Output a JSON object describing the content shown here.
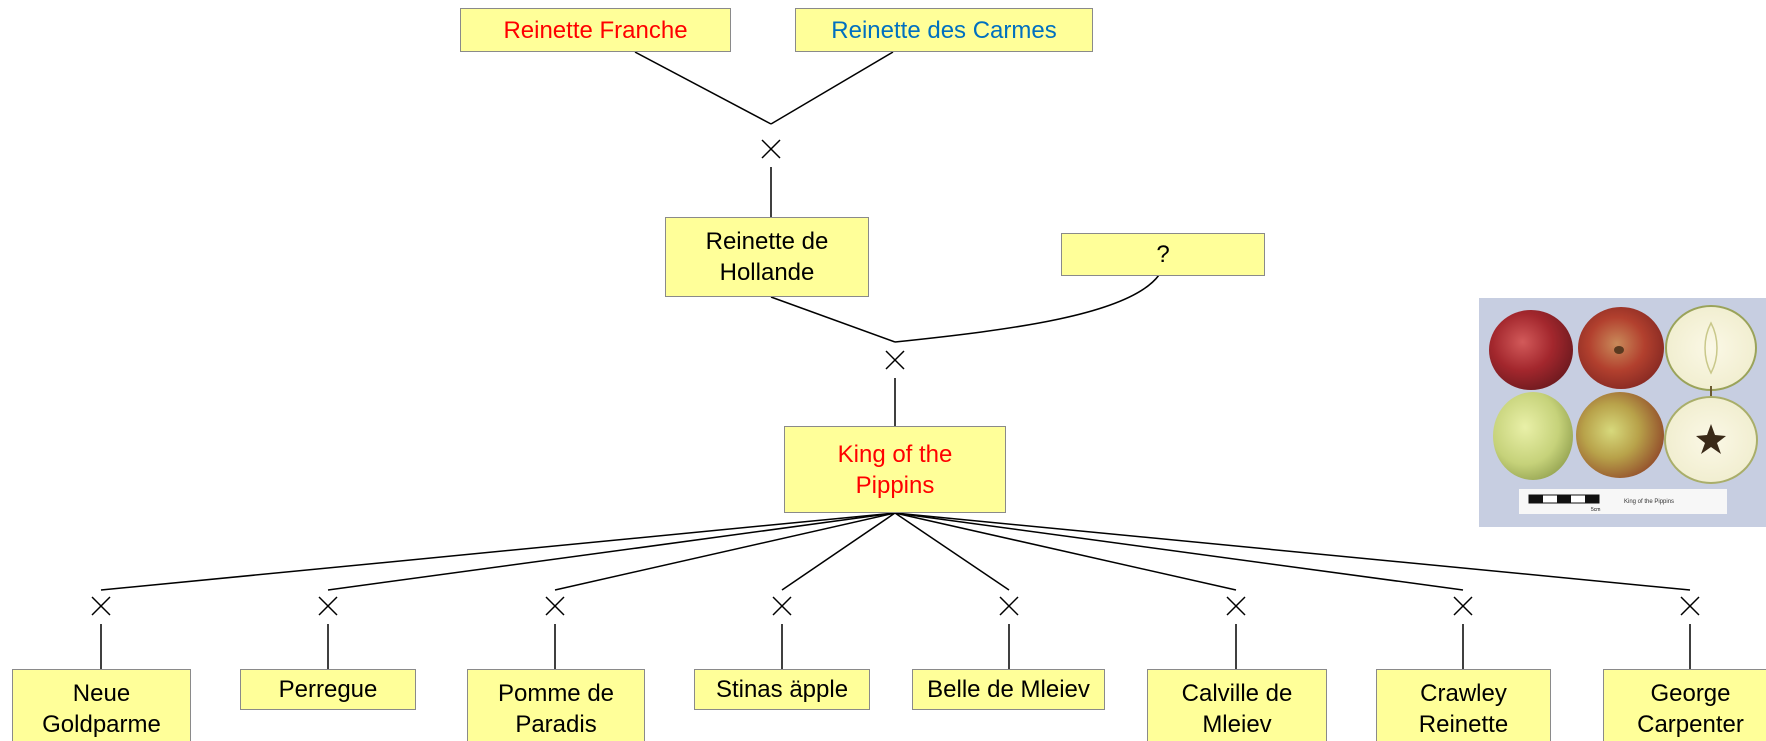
{
  "title": "",
  "parents": {
    "p1": "Reinette Franche",
    "p2": "Reinette des Carmes"
  },
  "nodes": {
    "reinette_de_hollande": "Reinette de\nHollande",
    "unknown": "?",
    "king": "King of the\nPippins"
  },
  "offspring": [
    {
      "label": "Neue\nGoldparme"
    },
    {
      "label": "Perregue"
    },
    {
      "label": "Pomme de\nParadis"
    },
    {
      "label": "Stinas äpple"
    },
    {
      "label": "Belle de Mleiev"
    },
    {
      "label": "Calville de\nMleiev"
    },
    {
      "label": "Crawley\nReinette"
    },
    {
      "label": "George\nCarpenter"
    }
  ],
  "photo": {
    "caption": "King of the Pippins",
    "scale_label": "5cm"
  },
  "colors": {
    "box_fill": "#ffff99",
    "red_text": "#ff0000",
    "blue_text": "#0070c0",
    "line": "#000000"
  },
  "icons": {
    "cross": "cross-icon"
  }
}
